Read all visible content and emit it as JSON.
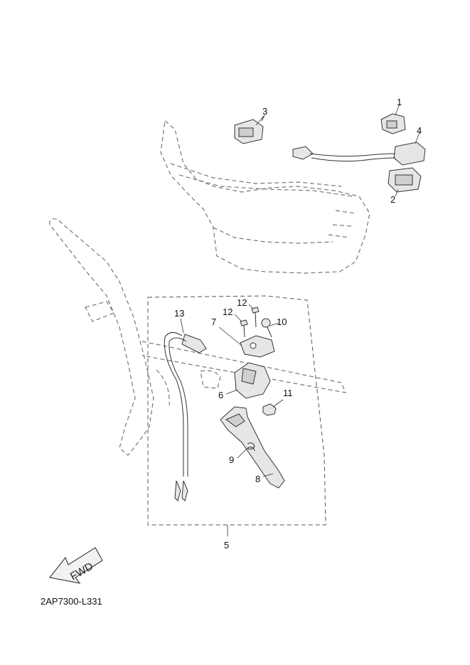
{
  "callouts": {
    "c1": "1",
    "c2": "2",
    "c3": "3",
    "c4": "4",
    "c5": "5",
    "c6": "6",
    "c7": "7",
    "c8": "8",
    "c9": "9",
    "c10": "10",
    "c11": "11",
    "c12a": "12",
    "c12b": "12",
    "c13": "13"
  },
  "fwd_label": "FWD",
  "diagram_code": "2AP7300-L331"
}
